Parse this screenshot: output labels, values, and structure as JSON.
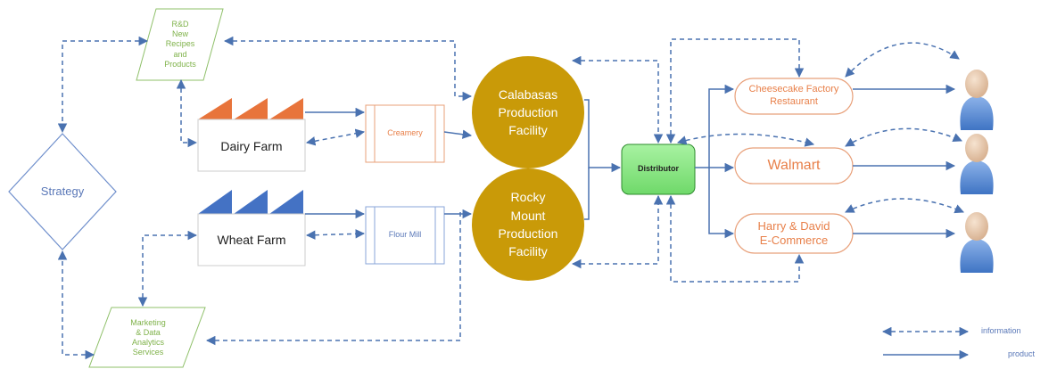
{
  "nodes": {
    "rnd": "R&D\nNew\nRecipes\nand\nProducts",
    "marketing": "Marketing\n& Data\nAnalytics\nServices",
    "strategy": "Strategy",
    "dairy_farm": "Dairy Farm",
    "wheat_farm": "Wheat Farm",
    "creamery": "Creamery",
    "flour_mill": "Flour Mill",
    "calabasas": "Calabasas\nProduction\nFacility",
    "rocky_mount": "Rocky\nMount\nProduction\nFacility",
    "distributor": "Distributor",
    "cheesecake": "Cheesecake Factory\nRestaurant",
    "walmart": "Walmart",
    "harry_david": "Harry & David\nE-Commerce"
  },
  "legend": {
    "information": "information",
    "product": "product"
  },
  "colors": {
    "flow_line": "#4a72b0",
    "factory_orange": "#e8743b",
    "factory_blue": "#4472c4",
    "facility_gold": "#c99a08",
    "distributor_green": "#8ee68a",
    "retailer_outline": "#e8a07a",
    "rnd_outline": "#8fc06a",
    "strategy_outline": "#6f8fcc",
    "customer_blue": "#5b8ed6",
    "customer_skin": "#e7c8aa"
  },
  "icons": [
    "factory-roof-icon",
    "person-customer-icon"
  ]
}
